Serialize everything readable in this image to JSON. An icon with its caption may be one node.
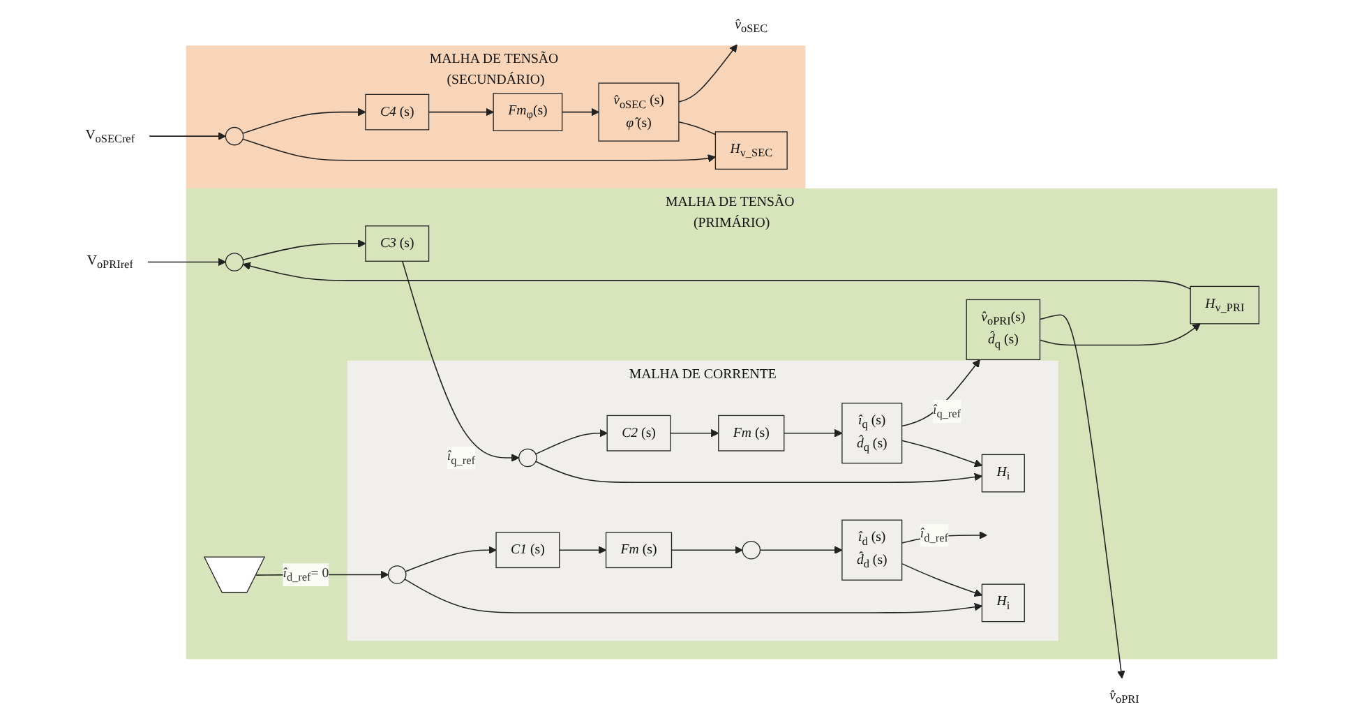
{
  "diagram": {
    "nodes": [
      {
        "text": [
          "MALHA DE TENSÃO (PRIMÁRIO)"
        ]
      },
      {
        "text": [
          "V$_{oPRIref}$"
        ]
      },
      {
        "text": [],
        "shape": "circle",
        "in": 0
      },
      {
        "text": [
          "*C3* (s)"
        ],
        "in": 0
      },
      {
        "text": [],
        "shape": "ground",
        "in": 0
      },
      {
        "text": [
          "MALHA DE CORRENTE"
        ],
        "in": 0
      },
      {
        "text": [],
        "shape": "circle",
        "in": 5
      },
      {
        "text": [
          "*C1* (s)"
        ],
        "in": 5
      },
      {
        "text": [
          "*Fm* (s)"
        ],
        "in": 5
      },
      {
        "text": [],
        "shape": "circle",
        "in": 5
      },
      {
        "text": [
          "*î*$_{d}$ (s)",
          "*d̂*$_{d}$ (s)"
        ],
        "in": 5
      },
      {
        "text": [
          "*H*$_{i}$"
        ],
        "in": 5
      },
      {
        "text": [],
        "shape": "circle",
        "in": 5
      },
      {
        "text": [
          "*C2* (s)"
        ],
        "in": 5
      },
      {
        "text": [
          "*Fm* (s)"
        ],
        "in": 5
      },
      {
        "text": [
          "*î*$_{q}$ (s)",
          "*d̂*$_{q}$ (s)"
        ],
        "in": 5
      },
      {
        "text": [
          "*H*$_{i}$"
        ],
        "in": 5
      },
      {
        "text": [
          "*v̂*$_{oPRI}$(s)",
          "*d̂*$_{q}$ (s)"
        ],
        "in": 0
      },
      {
        "text": [
          "*H*$_{v_PRI}$"
        ],
        "in": 0
      },
      {
        "text": [
          "*v̂*$_{oPRI}$"
        ]
      },
      {
        "text": [
          "MALHA DE TENSÃO (SECUNDÁRIO)"
        ]
      },
      {
        "text": [
          "V$_{oSECref}$"
        ]
      },
      {
        "text": [],
        "shape": "circle",
        "in": 20
      },
      {
        "text": [
          "*C4* (s)"
        ],
        "in": 20
      },
      {
        "text": [
          "*Fm*$_{φ}$(s)"
        ],
        "in": 20
      },
      {
        "text": [
          "*v̂*$_{oSEC}$ (s)",
          "*φ̂* (s)"
        ],
        "in": 20
      },
      {
        "text": [
          "*H*$_{v_SEC}$"
        ],
        "in": 20
      },
      {
        "text": [
          "*v̂*$_{oSEC}$"
        ]
      }
    ],
    "edges": [
      {
        "from": 1,
        "to": 2,
        "arrow": "to"
      },
      {
        "from": 2,
        "to": 3,
        "arrow": "to"
      },
      {
        "from": 3,
        "to": 12,
        "arrow": "to",
        "label": "*î*$_{q_ref}$"
      },
      {
        "from": 4,
        "to": 6,
        "arrow": "to",
        "label": "*î*$_{d_ref}$= 0"
      },
      {
        "from": 6,
        "to": 7,
        "arrow": "to"
      },
      {
        "from": 7,
        "to": 8,
        "arrow": "to"
      },
      {
        "from": 8,
        "to": 9,
        "arrow": "to"
      },
      {
        "from": 9,
        "to": 10,
        "arrow": "to"
      },
      {
        "from": 10,
        "to": null,
        "arrow": "to",
        "label": "*î*$_{d_ref}$"
      },
      {
        "from": 10,
        "to": 11,
        "arrow": "to"
      },
      {
        "from": 6,
        "to": 11,
        "arrow": "to"
      },
      {
        "from": 12,
        "to": 13,
        "arrow": "to"
      },
      {
        "from": 13,
        "to": 14,
        "arrow": "to"
      },
      {
        "from": 14,
        "to": 15,
        "arrow": "to"
      },
      {
        "from": 15,
        "to": 17,
        "arrow": "to",
        "label": "*î*$_{q_ref}$"
      },
      {
        "from": 15,
        "to": 16,
        "arrow": "to"
      },
      {
        "from": 12,
        "to": 16,
        "arrow": "to"
      },
      {
        "from": 17,
        "to": 19,
        "arrow": "to"
      },
      {
        "from": 17,
        "to": 18,
        "arrow": "to"
      },
      {
        "from": 18,
        "to": 2,
        "arrow": "to"
      },
      {
        "from": 21,
        "to": 22,
        "arrow": "to"
      },
      {
        "from": 22,
        "to": 23,
        "arrow": "to"
      },
      {
        "from": 23,
        "to": 24,
        "arrow": "to"
      },
      {
        "from": 24,
        "to": 25,
        "arrow": "to"
      },
      {
        "from": 25,
        "to": 27,
        "arrow": "to"
      },
      {
        "from": 25,
        "to": 26,
        "arrow": "none"
      },
      {
        "from": 22,
        "to": 26,
        "arrow": "to"
      }
    ]
  }
}
